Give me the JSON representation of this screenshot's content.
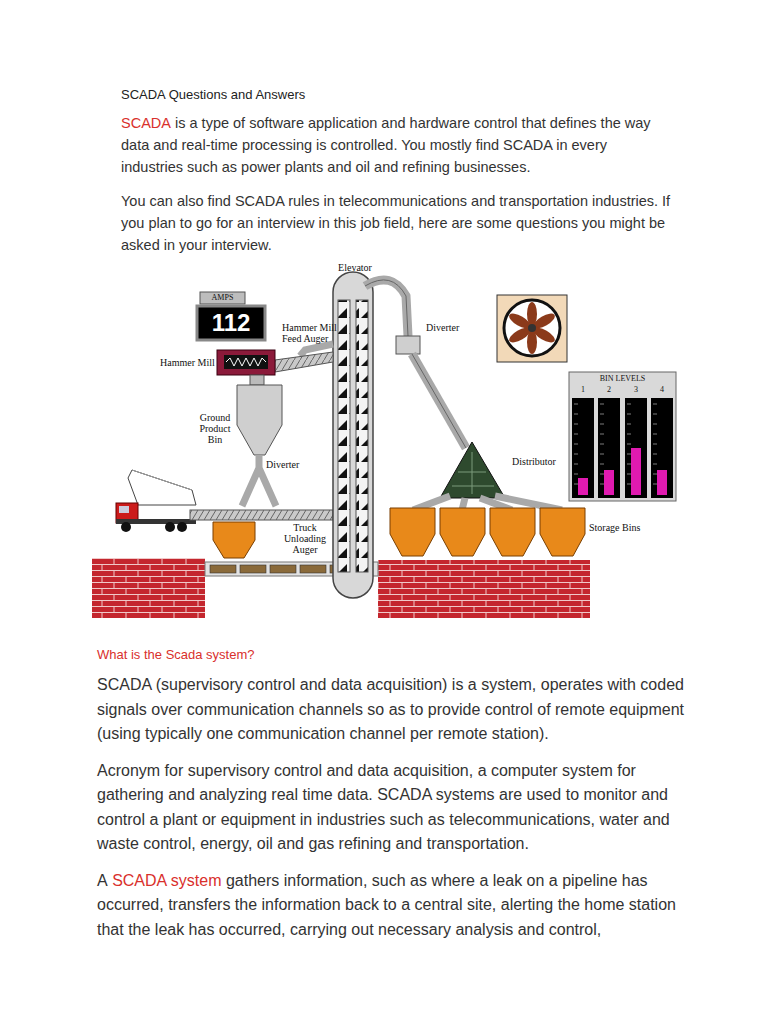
{
  "diagram": {
    "title": "SCADA Questions and Answers",
    "labels": [
      "SCADA",
      "is a type of software application and hardware control that defines the way data and real-time processing is controlled. You mostly find SCADA in every industries such as power plants and oil and refining businesses.",
      "You can also find SCADA rules in telecommunications and transportation industries. If you plan to go for an interview in this job field, here are some questions you might be asked in your interview.",
      "Elevator",
      "AMPS",
      "112",
      "Hammer Mill Feed Auger",
      "Diverter",
      "Hammer Mill",
      "Ground Product Bin",
      "Diverter",
      "Distributor",
      "BIN LEVELS",
      "1",
      "2",
      "3",
      "4",
      "Truck Unloading Auger",
      "Storage Bins",
      "What is the Scada system?",
      "SCADA (supervisory control and data acquisition) is a system, operates with coded signals over communication channels so as to provide control of remote equipment (using typically one communication channel per remote station).",
      "Acronym for supervisory control and data acquisition, a computer system for gathering and analyzing real time data. SCADA systems are used to monitor and control a plant or equipment in industries such as telecommunications, water and waste control, energy, oil and gas refining and transportation.",
      "A",
      "SCADA system",
      "gathers information, such as where a leak on a pipeline has occurred, transfers the information back to a central site, alerting the home station that the leak has occurred, carrying out necessary analysis and control,"
    ]
  }
}
